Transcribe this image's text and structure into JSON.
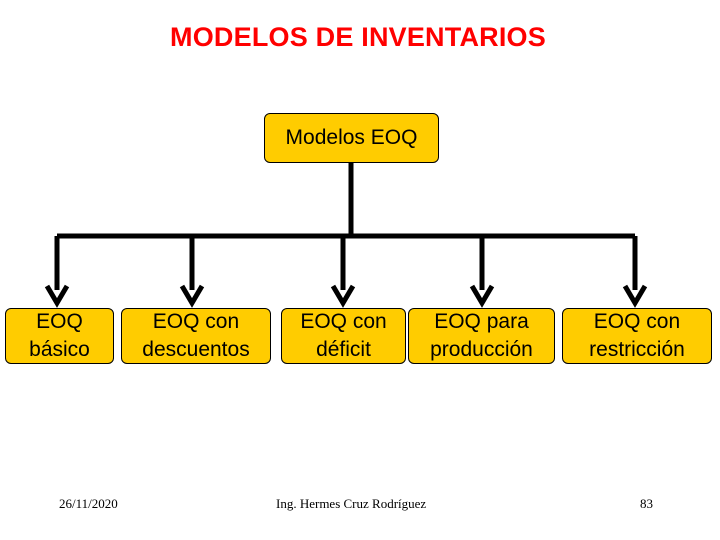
{
  "title": "MODELOS DE INVENTARIOS",
  "root": {
    "label": "Modelos EOQ"
  },
  "children": [
    {
      "line1": "EOQ",
      "line2": "básico"
    },
    {
      "line1": "EOQ con",
      "line2": "descuentos"
    },
    {
      "line1": "EOQ con",
      "line2": "déficit"
    },
    {
      "line1": "EOQ para",
      "line2": "producción"
    },
    {
      "line1": "EOQ con",
      "line2": "restricción"
    }
  ],
  "footer": {
    "date": "26/11/2020",
    "author": "Ing. Hermes  Cruz Rodríguez",
    "page": "83"
  },
  "colors": {
    "title": "#ff0000",
    "node_fill": "#ffcc00",
    "connector": "#000000"
  }
}
